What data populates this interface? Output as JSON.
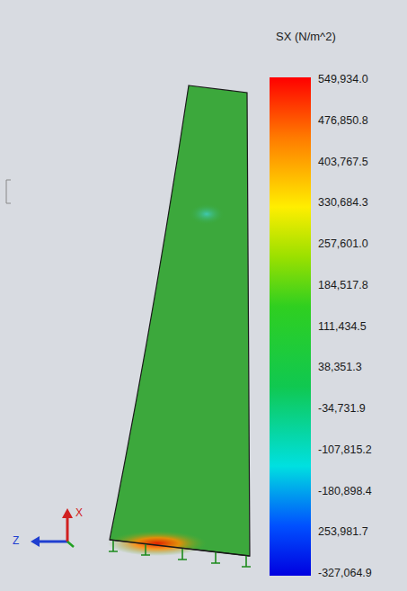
{
  "diagram": {
    "title": "SX (N/m^2)",
    "labels": [
      "549,934.0",
      "476,850.8",
      "403,767.5",
      "330,684.3",
      "257,601.0",
      "184,517.8",
      "111,434.5",
      "38,351.3",
      "-34,731.9",
      "-107,815.2",
      "-180,898.4",
      "253,981.7",
      "-327,064.9",
      "X",
      "Z"
    ]
  }
}
